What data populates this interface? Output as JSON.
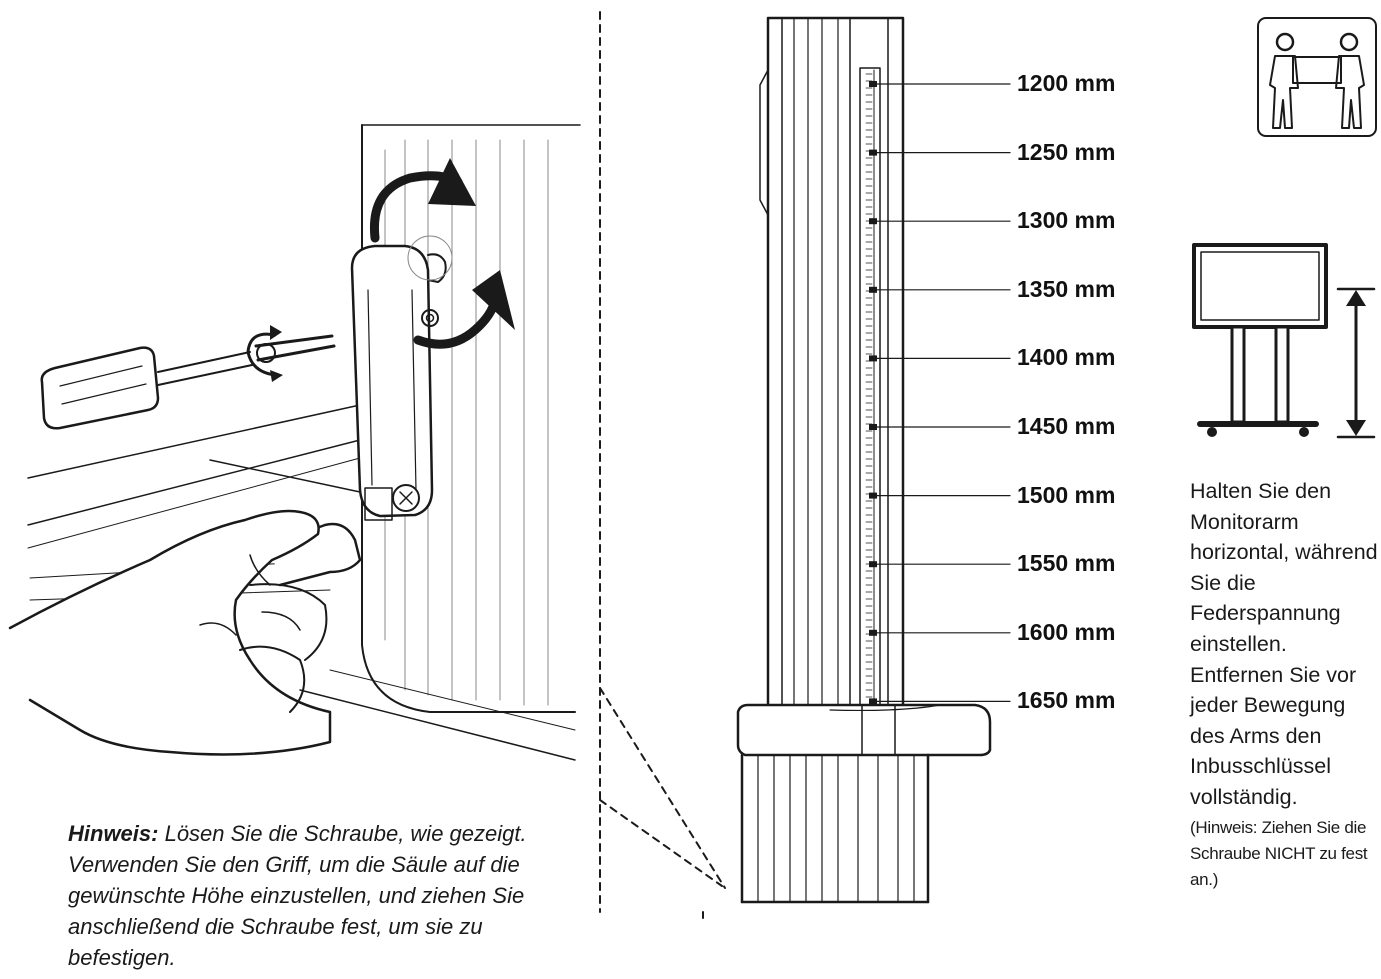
{
  "hint": {
    "label": "Hinweis:",
    "text": " Lösen Sie die Schraube, wie gezeigt. Verwenden Sie den Griff, um die Säule auf die gewünschte Höhe einzustellen, und ziehen Sie anschließend die Schraube fest, um sie zu befestigen."
  },
  "height_scale": {
    "labels": [
      "1200 mm",
      "1250 mm",
      "1300 mm",
      "1350 mm",
      "1400 mm",
      "1450 mm",
      "1500 mm",
      "1550 mm",
      "1600 mm",
      "1650 mm"
    ]
  },
  "side_note": {
    "main": "Halten Sie den Monitorarm horizontal, während Sie die Federspannung einstellen. Entfernen Sie vor jeder Bewegung des Arms den Inbusschlüssel vollständig.",
    "small": "(Hinweis: Ziehen Sie die Schraube NICHT zu fest an.)"
  },
  "icons": [
    "two-person-lift-icon",
    "display-stand-height-icon",
    "screwdriver-icon",
    "crank-handle-icon",
    "rotate-arrow-icon"
  ]
}
